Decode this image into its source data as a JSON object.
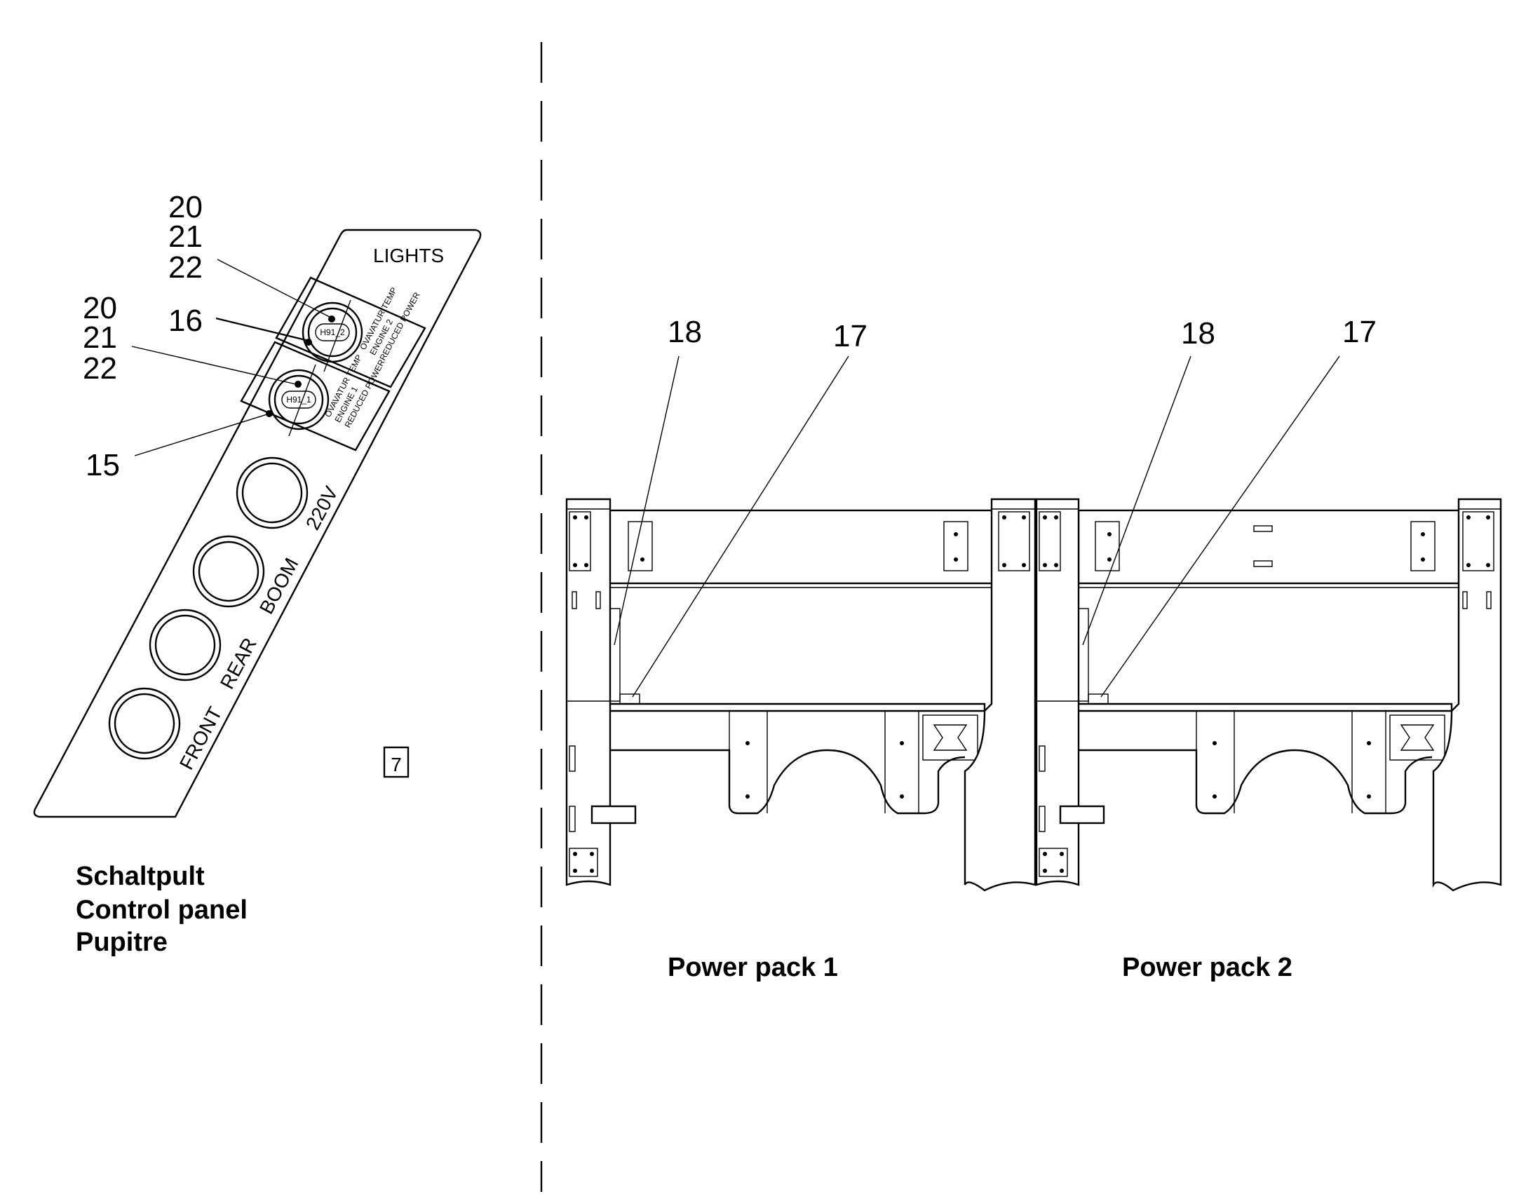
{
  "control_panel": {
    "lights_label": "LIGHTS",
    "indicator_top": "H91_2",
    "indicator_bottom": "H91_1",
    "indicator_top_text": [
      "OVAVATUR TEMP",
      "ENGINE 2",
      "REDUCED POWER"
    ],
    "indicator_bottom_text": [
      "OVAVATUR TEMP",
      "ENGINE 1",
      "REDUCED POWER"
    ],
    "switch_labels": [
      "220V",
      "BOOM",
      "REAR",
      "FRONT"
    ],
    "sheet_number": "7",
    "caption": [
      "Schaltpult",
      "Control panel",
      "Pupitre"
    ]
  },
  "callouts": {
    "top_group": [
      "20",
      "21",
      "22"
    ],
    "item16": "16",
    "mid_group": [
      "20",
      "21",
      "22"
    ],
    "item15": "15",
    "pp1_18": "18",
    "pp1_17": "17",
    "pp2_18": "18",
    "pp2_17": "17"
  },
  "power_packs": {
    "pack1": "Power pack 1",
    "pack2": "Power pack 2"
  }
}
